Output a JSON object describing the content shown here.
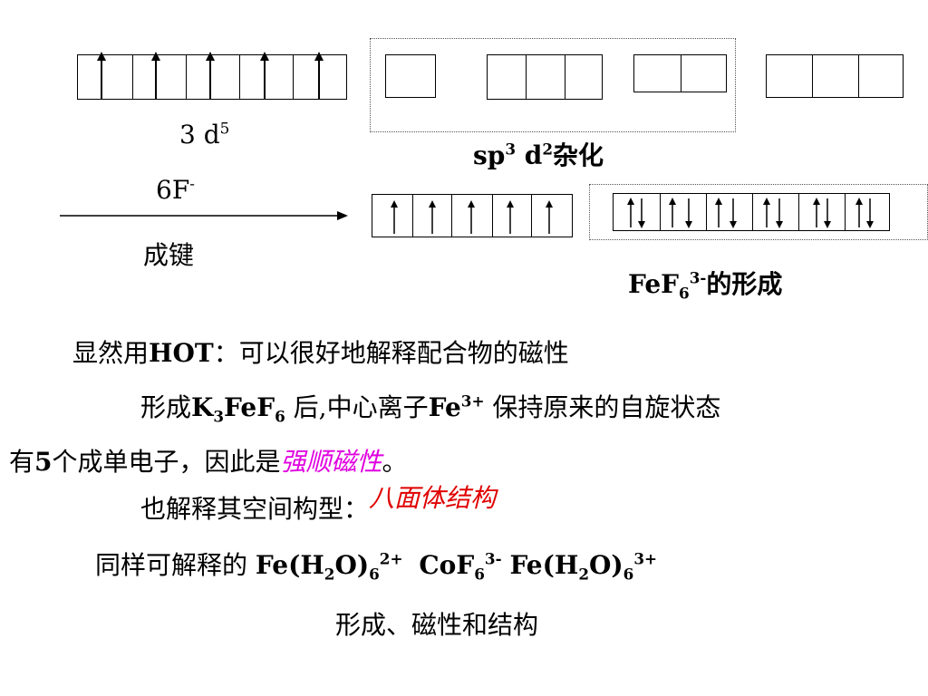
{
  "d_orbital_label": {
    "base": "3 d",
    "sup": "5"
  },
  "hybrid_label": {
    "sp": "sp",
    "sp_sup": "3",
    "d": " d",
    "d_sup": "2",
    "rest": "杂化"
  },
  "ligand_label": {
    "base": "6F",
    "sup": "-"
  },
  "bond_label": "成键",
  "product_label": {
    "base": "FeF",
    "sub": "6",
    "sup": "3-",
    "rest": "的形成"
  },
  "line1": {
    "pre": "显然用",
    "hot": "HOT",
    "post": "：可以很好地解释配合物的磁性"
  },
  "line2": {
    "a": "形成",
    "k": "K",
    "k_sub": "3",
    "fef": "FeF",
    "fef_sub": "6",
    "b": " 后,中心离子",
    "fe": "Fe",
    "fe_sup": "3+",
    "c": " 保持原来的自旋状态"
  },
  "line3": {
    "a": "有",
    "five": "5",
    "b": "个成单电子，因此是",
    "emph": "强顺磁性",
    "c": "。"
  },
  "line4": {
    "a": "也解释其空间构型：",
    "emph": "八面体结构"
  },
  "line5": {
    "a": "同样可解释的 ",
    "f1": "Fe(H",
    "f1_sub": "2",
    "f1_b": "O)",
    "f1_sub2": "6",
    "f1_sup": "2+",
    "f2": "CoF",
    "f2_sub": "6",
    "f2_sup": "3-",
    "f3": "Fe(H",
    "f3_sub": "2",
    "f3_b": "O)",
    "f3_sub2": "6",
    "f3_sup": "3+"
  },
  "line6": "形成、磁性和结构",
  "colors": {
    "emph_magenta": "#e000e0",
    "emph_red": "#e00000"
  }
}
